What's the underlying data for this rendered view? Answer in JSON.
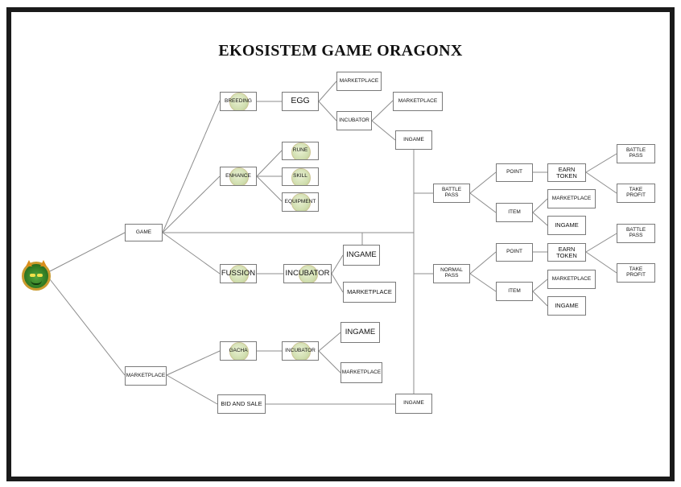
{
  "title": "EKOSISTEM GAME ORAGONX",
  "logo_icon": "oragonx-dragon-logo",
  "colors": {
    "frame": "#1a1a1a",
    "line": "#8c8c8c",
    "box_border": "#7a7a7a",
    "badge": "#c9d9a2"
  },
  "nodes": {
    "game": "GAME",
    "marketplace_root": "MARKETPLACE",
    "breeding": "BREEDING",
    "egg": "EGG",
    "egg_marketplace": "MARKETPLACE",
    "incubator": "INCUBATOR",
    "incubator_marketplace": "MARKETPLACE",
    "incubator_ingame": "INGAME",
    "enhance": "ENHANCE",
    "rune": "RUNE",
    "skill": "SKILL",
    "equipment": "EQUIPMENT",
    "fussion": "FUSSION",
    "fussion_incubator": "INCUBATOR",
    "fussion_ingame": "INGAME",
    "fussion_marketplace": "MARKETPLACE",
    "battle_pass": "BATTLE\nPASS",
    "bp_point": "POINT",
    "bp_earn_token": "EARN\nTOKEN",
    "bp_battle_pass": "BATTLE\nPASS",
    "bp_take_profit": "TAKE\nPROFIT",
    "bp_item": "ITEM",
    "bp_item_marketplace": "MARKETPLACE",
    "bp_item_ingame": "INGAME",
    "normal_pass": "NORMAL\nPASS",
    "np_point": "POINT",
    "np_earn_token": "EARN\nTOKEN",
    "np_battle_pass": "BATTLE\nPASS",
    "np_take_profit": "TAKE\nPROFIT",
    "np_item": "ITEM",
    "np_item_marketplace": "MARKETPLACE",
    "np_item_ingame": "INGAME",
    "gacha": "GACHA",
    "gacha_incubator": "INCUBATOR",
    "gacha_ingame": "INGAME",
    "gacha_marketplace": "MARKETPLACE",
    "bid_and_sale": "BID AND SALE",
    "bid_ingame": "INGAME"
  }
}
